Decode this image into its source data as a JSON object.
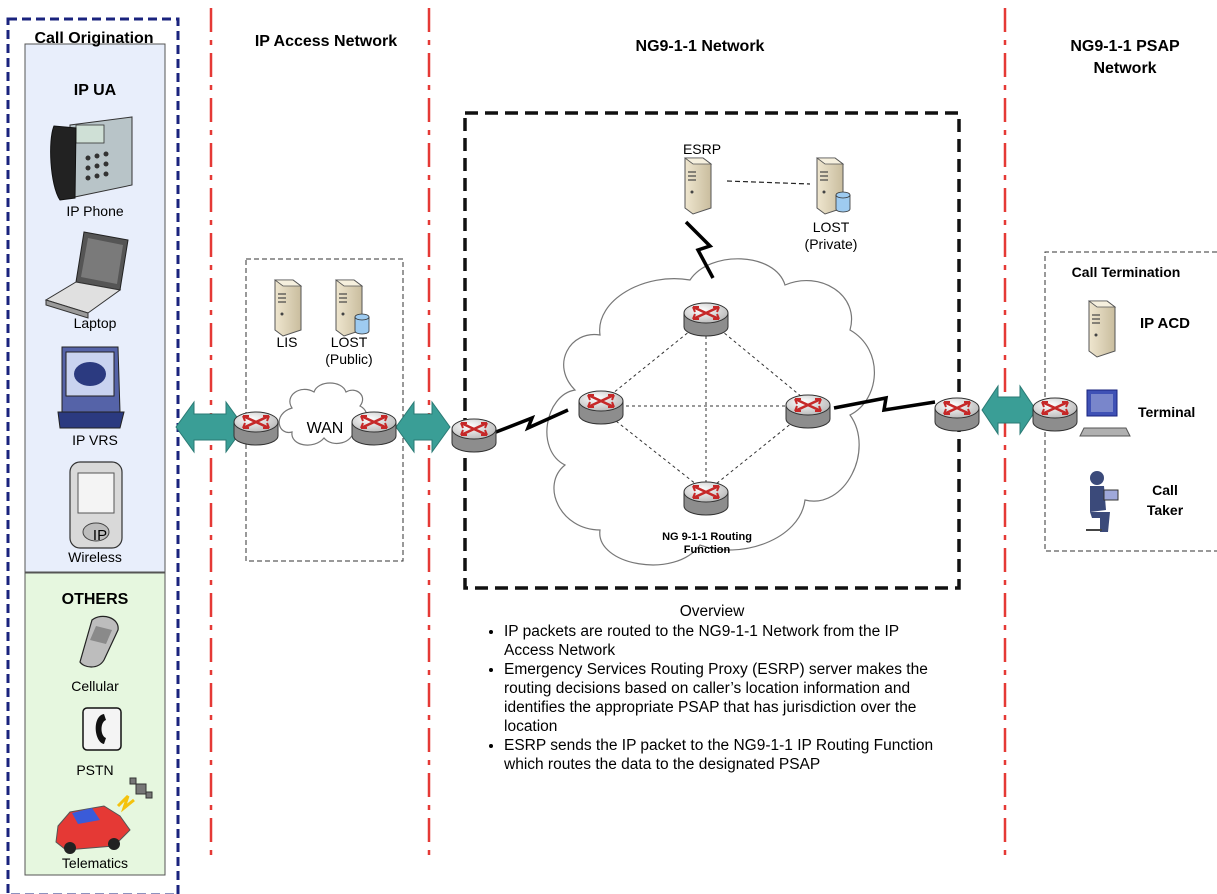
{
  "columns": {
    "call_origination": "Call Origination",
    "ip_access": "IP Access Network",
    "ng911": "NG9-1-1 Network",
    "psap": "NG9-1-1 PSAP Network"
  },
  "ip_ua": {
    "title": "IP UA",
    "devices": [
      "IP Phone",
      "Laptop",
      "IP VRS",
      "Wireless"
    ],
    "wireless_badge": "IP"
  },
  "others": {
    "title": "OTHERS",
    "devices": [
      "Cellular",
      "PSTN",
      "Telematics"
    ]
  },
  "access": {
    "lis": "LIS",
    "lost_public": "LOST\n(Public)",
    "wan": "WAN"
  },
  "ng911": {
    "esrp": "ESRP",
    "lost_private": "LOST\n(Private)",
    "routing_function": "NG 9-1-1 Routing\nFunction"
  },
  "call_termination": {
    "title": "Call Termination",
    "ip_acd": "IP ACD",
    "terminal": "Terminal",
    "call_taker": "Call\nTaker"
  },
  "overview": {
    "title": "Overview",
    "bullets": [
      "IP packets are routed to the NG9-1-1 Network from the IP Access Network",
      "Emergency Services Routing Proxy (ESRP) server makes the  routing decisions based on caller’s location information and identifies the appropriate PSAP that has jurisdiction over the location",
      "ESRP sends the IP packet to the NG9-1-1 IP Routing Function which routes the data to the designated PSAP"
    ]
  },
  "colors": {
    "navy_border": "#1a237e",
    "red_divider": "#e53935",
    "ip_ua_bg": "#e8eefb",
    "others_bg": "#e6f7df",
    "arrow_teal": "#3a9e96",
    "router_red": "#c62828"
  }
}
